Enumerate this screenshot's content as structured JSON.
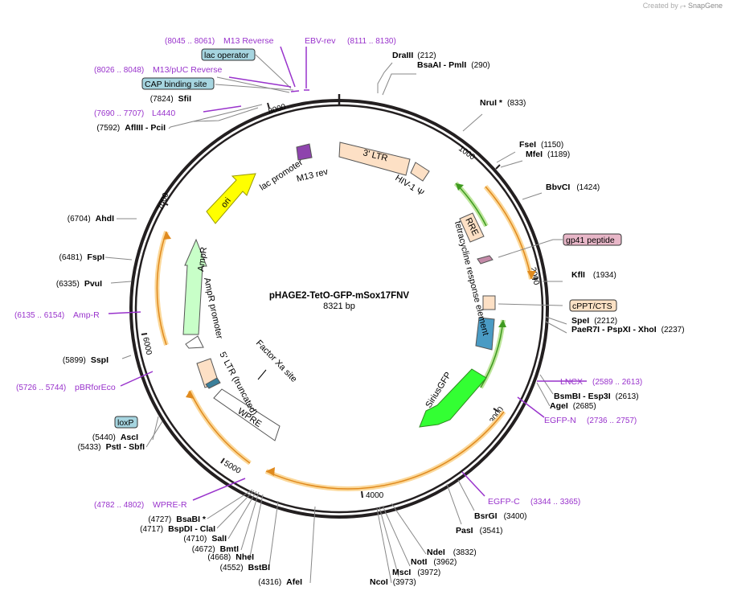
{
  "attribution": {
    "prefix": "Created by",
    "brand": "SnapGene"
  },
  "plasmid": {
    "name": "pHAGE2-TetO-GFP-mSox17FNV",
    "length_label": "8321 bp",
    "length": 8321
  },
  "colors": {
    "backbone": "#231f20",
    "enzyme_name": "#000000",
    "primer": "#9933cc",
    "feature_label_blue": "#a6d5e0",
    "feature_label_pink": "#e8b7c8",
    "feature_label_peach": "#fbe1c4",
    "cds_orange": "#f0a84a",
    "cds_green": "#54b83a",
    "ltr_fill": "#fde0c5",
    "ori_fill": "#ffff00",
    "ampr_fill": "#c8ffc8",
    "gfp_fill": "#33ff33"
  },
  "tick_labels": [
    "1000",
    "2000",
    "3000",
    "4000",
    "5000",
    "6000",
    "7000",
    "8000"
  ],
  "enzymes_right": [
    {
      "name": "DraIII",
      "pos": "(212)"
    },
    {
      "name": "BsaAI",
      "extra": " - PmlI",
      "pos": "(290)"
    },
    {
      "name": "NruI *",
      "pos": "(833)"
    },
    {
      "name": "FseI",
      "pos": "(1150)"
    },
    {
      "name": "MfeI",
      "pos": "(1189)"
    },
    {
      "name": "BbvCI",
      "pos": "(1424)"
    },
    {
      "name": "KflI",
      "pos": "(1934)"
    },
    {
      "name": "SpeI",
      "pos": "(2212)"
    },
    {
      "name": "PaeR7I",
      "extra": " - PspXI  - XhoI",
      "pos": "(2237)"
    },
    {
      "name": "BsmBI",
      "extra": " - Esp3I",
      "pos": "(2613)"
    },
    {
      "name": "AgeI",
      "pos": "(2685)"
    },
    {
      "name": "BsrGI",
      "pos": "(3400)"
    },
    {
      "name": "PasI",
      "pos": "(3541)"
    },
    {
      "name": "NdeI",
      "pos": "(3832)"
    },
    {
      "name": "NotI",
      "pos": "(3962)"
    },
    {
      "name": "MscI",
      "pos": "(3972)"
    },
    {
      "name": "NcoI",
      "pos": "(3973)"
    }
  ],
  "enzymes_left": [
    {
      "name": "SfiI",
      "pos": "(7824)"
    },
    {
      "name": "AflIII",
      "extra": " - PciI",
      "pos": "(7592)"
    },
    {
      "name": "AhdI",
      "pos": "(6704)"
    },
    {
      "name": "FspI",
      "pos": "(6481)"
    },
    {
      "name": "PvuI",
      "pos": "(6335)"
    },
    {
      "name": "SspI",
      "pos": "(5899)"
    },
    {
      "name": "AscI",
      "pos": "(5440)"
    },
    {
      "name": "PstI",
      "extra": " - SbfI",
      "pos": "(5433)"
    },
    {
      "name": "BsaBI *",
      "pos": "(4727)"
    },
    {
      "name": "BspDI",
      "extra": " - ClaI",
      "pos": "(4717)"
    },
    {
      "name": "SalI",
      "pos": "(4710)"
    },
    {
      "name": "BmtI",
      "pos": "(4672)"
    },
    {
      "name": "NheI",
      "pos": "(4668)"
    },
    {
      "name": "BstBI",
      "pos": "(4552)"
    },
    {
      "name": "AfeI",
      "pos": "(4316)"
    }
  ],
  "primers": [
    {
      "name": "M13 Reverse",
      "range": "(8045 .. 8061)"
    },
    {
      "name": "EBV-rev",
      "range": "(8111 .. 8130)"
    },
    {
      "name": "M13/pUC Reverse",
      "range": "(8026 .. 8048)"
    },
    {
      "name": "L4440",
      "range": "(7690 .. 7707)"
    },
    {
      "name": "Amp-R",
      "range": "(6135 .. 6154)"
    },
    {
      "name": "pBRforEco",
      "range": "(5726 .. 5744)"
    },
    {
      "name": "WPRE-R",
      "range": "(4782 .. 4802)"
    },
    {
      "name": "LNCX",
      "range": "(2589 .. 2613)"
    },
    {
      "name": "EGFP-N",
      "range": "(2736 .. 2757)"
    },
    {
      "name": "EGFP-C",
      "range": "(3344 .. 3365)"
    }
  ],
  "boxed_labels": [
    "lac operator",
    "CAP binding site",
    "gp41 peptide",
    "cPPT/CTS",
    "loxP"
  ],
  "features": [
    "3' LTR",
    "HIV-1 Ψ",
    "RRE",
    "tetracycline response element",
    "SiriusGFP",
    "lac promoter",
    "M13 rev",
    "ori",
    "AmpR",
    "AmpR promoter",
    "5' LTR (truncated)",
    "WPRE",
    "Factor Xa site"
  ]
}
